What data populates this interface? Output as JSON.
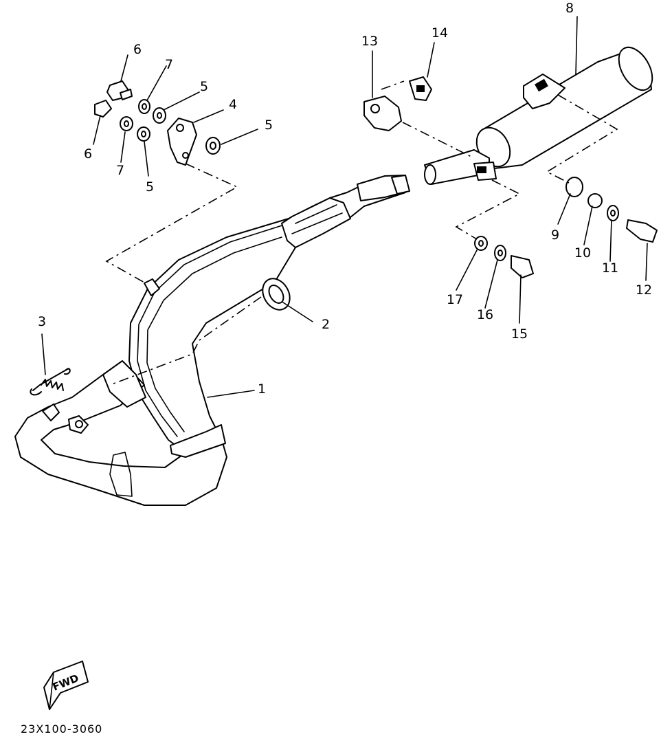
{
  "diagram": {
    "part_labels": [
      "1",
      "2",
      "3",
      "4",
      "5",
      "5",
      "5",
      "6",
      "6",
      "7",
      "7",
      "8",
      "9",
      "10",
      "11",
      "12",
      "13",
      "14",
      "15",
      "16",
      "17"
    ],
    "fwd_label": "FWD",
    "drawing_code": "23X100-3060"
  }
}
